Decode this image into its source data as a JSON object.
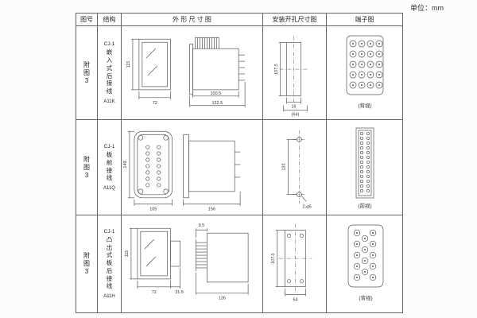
{
  "page": {
    "unit_label": "单位：mm"
  },
  "headers": {
    "fig": "图号",
    "structure": "结构",
    "outline": "外 形 尺 寸 图",
    "install": "安装开孔尺寸图",
    "terminal": "端子图"
  },
  "rows": [
    {
      "fig": "附\n图\n3",
      "model": "CJ-1",
      "mount": "嵌\n入\n式\n后\n接\n线",
      "code": "A11K",
      "outline": {
        "height": "115",
        "width": "72",
        "depth1": "100.5",
        "depth2": "122.5"
      },
      "install": {
        "height": "107.5",
        "width": "16",
        "note": "(64)"
      },
      "terminal": {
        "caption": "(背视)"
      }
    },
    {
      "fig": "附\n图\n3",
      "model": "CJ-1",
      "mount": "板\n前\n接\n线",
      "code": "A11Q",
      "outline": {
        "height": "149",
        "width": "105",
        "depth": "156"
      },
      "install": {
        "spacing": "133",
        "holes": "2-φ5"
      },
      "terminal": {
        "caption": "(前视)"
      }
    },
    {
      "fig": "附\n图\n3",
      "model": "CJ-1",
      "mount": "凸\n出\n式\n板\n后\n接\n线",
      "code": "A11H",
      "outline": {
        "height": "115",
        "width": "72",
        "offset": "31.5",
        "pin": "9.5",
        "depth": "126"
      },
      "install": {
        "height": "107.5",
        "width": "64"
      },
      "terminal": {
        "caption": "(背视)"
      }
    }
  ]
}
